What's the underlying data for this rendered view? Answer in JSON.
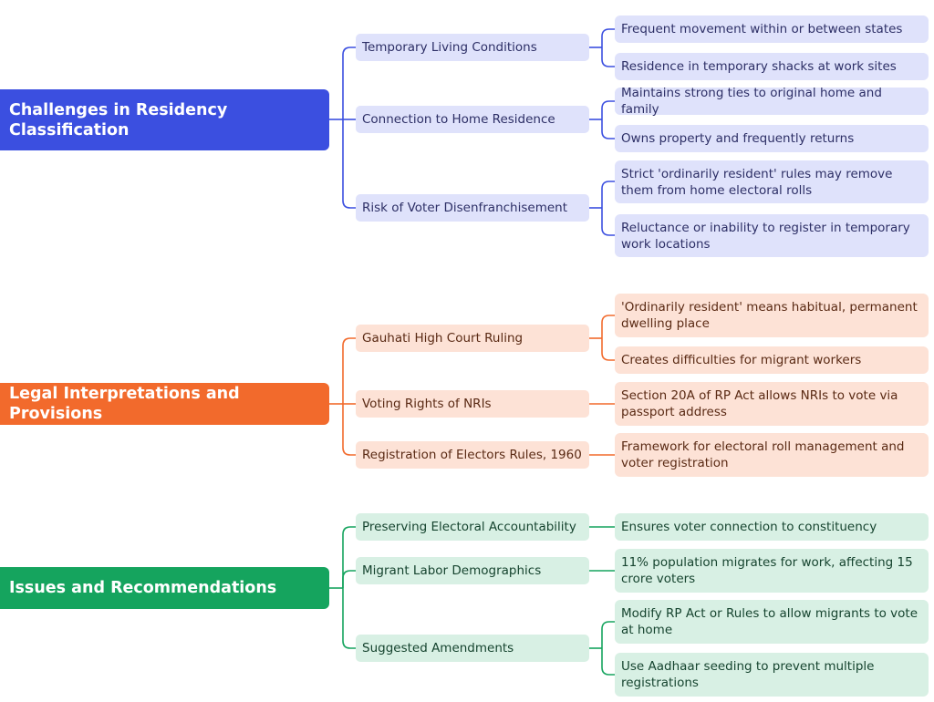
{
  "colors": {
    "blue": "#3b4fe0",
    "orange": "#f26a2c",
    "green": "#15a45e"
  },
  "branches": [
    {
      "title": "Challenges in Residency Classification",
      "color": "#3b4fe0",
      "children": [
        {
          "label": "Temporary Living Conditions",
          "leaves": [
            "Frequent movement within or between states",
            "Residence in temporary shacks at work sites"
          ]
        },
        {
          "label": "Connection to Home Residence",
          "leaves": [
            "Maintains strong ties to original home and family",
            "Owns property and frequently returns"
          ]
        },
        {
          "label": "Risk of Voter Disenfranchisement",
          "leaves": [
            "Strict 'ordinarily resident' rules may remove them from home electoral rolls",
            "Reluctance or inability to register in temporary work locations"
          ]
        }
      ]
    },
    {
      "title": "Legal Interpretations and Provisions",
      "color": "#f26a2c",
      "children": [
        {
          "label": "Gauhati High Court Ruling",
          "leaves": [
            "'Ordinarily resident' means habitual, permanent dwelling place",
            "Creates difficulties for migrant workers"
          ]
        },
        {
          "label": "Voting Rights of NRIs",
          "leaves": [
            "Section 20A of RP Act allows NRIs to vote via passport address"
          ]
        },
        {
          "label": "Registration of Electors Rules, 1960",
          "leaves": [
            "Framework for electoral roll management and voter registration"
          ]
        }
      ]
    },
    {
      "title": "Issues and Recommendations",
      "color": "#15a45e",
      "children": [
        {
          "label": "Preserving Electoral Accountability",
          "leaves": [
            "Ensures voter connection to constituency"
          ]
        },
        {
          "label": "Migrant Labor Demographics",
          "leaves": [
            "11% population migrates for work, affecting 15 crore voters"
          ]
        },
        {
          "label": "Suggested Amendments",
          "leaves": [
            "Modify RP Act or Rules to allow migrants to vote at home",
            "Use Aadhaar seeding to prevent multiple registrations"
          ]
        }
      ]
    }
  ]
}
